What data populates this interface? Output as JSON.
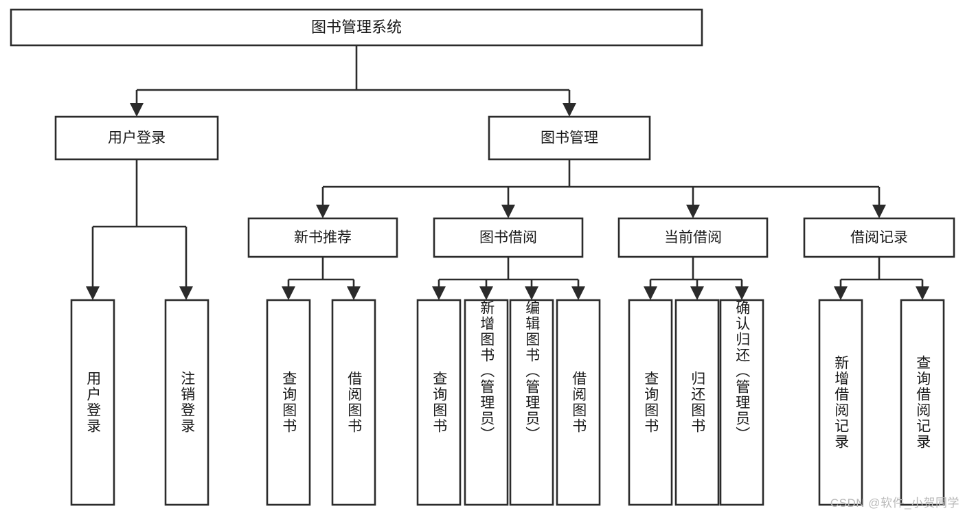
{
  "diagram": {
    "title": "图书管理系统",
    "type": "tree",
    "colors": {
      "box_fill": "#ffffff",
      "box_stroke": "#2b2b2b",
      "text": "#1a1a1a",
      "background": "#ffffff",
      "watermark": "#b9b9b9"
    },
    "root": {
      "label": "图书管理系统"
    },
    "level1": [
      {
        "label": "用户登录"
      },
      {
        "label": "图书管理"
      }
    ],
    "level2": [
      {
        "label": "新书推荐"
      },
      {
        "label": "图书借阅"
      },
      {
        "label": "当前借阅"
      },
      {
        "label": "借阅记录"
      }
    ],
    "leaves": {
      "user_login": [
        {
          "label": "用户登录"
        },
        {
          "label": "注销登录"
        }
      ],
      "new_book_recommend": [
        {
          "label": "查询图书"
        },
        {
          "label": "借阅图书"
        }
      ],
      "book_borrow": [
        {
          "label": "查询图书"
        },
        {
          "label": "新增图书（管理员）"
        },
        {
          "label": "编辑图书（管理员）"
        },
        {
          "label": "借阅图书"
        }
      ],
      "current_borrow": [
        {
          "label": "查询图书"
        },
        {
          "label": "归还图书"
        },
        {
          "label": "确认归还（管理员）"
        }
      ],
      "borrow_record": [
        {
          "label": "新增借阅记录"
        },
        {
          "label": "查询借阅记录"
        }
      ]
    },
    "watermark": "CSDN @软件_小贺同学"
  }
}
